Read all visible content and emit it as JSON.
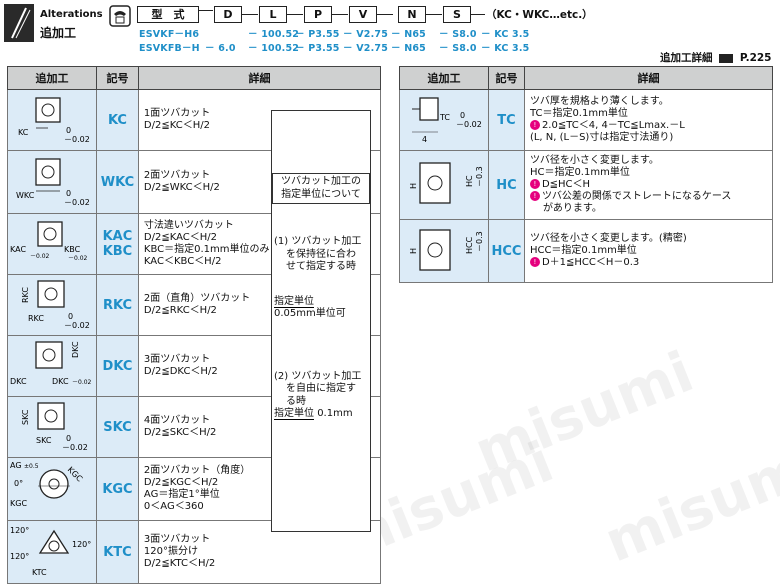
{
  "header": {
    "alterations_label": "Alterations",
    "alterations_jp": "追加工",
    "code_boxes": [
      "型　式",
      "D",
      "L",
      "P",
      "V",
      "N",
      "S"
    ],
    "code_suffix": "（KC・WKC…etc.）",
    "model_rows": [
      {
        "name": "ESVKF－H6",
        "d": "",
        "l": "－ 100.52",
        "p": "－ P3.55",
        "v": "－ V2.75",
        "n": "－ N65",
        "s": "－ S8.0",
        "kc": "－ KC 3.5"
      },
      {
        "name": "ESVKFB－H",
        "d": "－ 6.0",
        "l": "－ 100.52",
        "p": "－ P3.55",
        "v": "－ V2.75",
        "n": "－ N65",
        "s": "－ S8.0",
        "kc": "－ KC 3.5"
      }
    ],
    "detail_ref": "追加工詳細",
    "detail_page": "P.225"
  },
  "left_table": {
    "headers": [
      "追加工",
      "記号",
      "詳細"
    ],
    "rows": [
      {
        "symbol": "KC",
        "lines": [
          "1面ツバカット",
          "D/2≦KC＜H/2"
        ],
        "dims": [
          "KC"
        ]
      },
      {
        "symbol": "WKC",
        "lines": [
          "2面ツバカット",
          "D/2≦WKC＜H/2"
        ],
        "dims": [
          "WKC"
        ]
      },
      {
        "symbol": "KAC KBC",
        "lines": [
          "寸法違いツバカット",
          "D/2≦KAC＜H/2",
          "KBC＝指定0.1mm単位のみ",
          "KAC＜KBC＜H/2"
        ],
        "dims": [
          "KAC",
          "KBC"
        ]
      },
      {
        "symbol": "RKC",
        "lines": [
          "2面（直角）ツバカット",
          "D/2≦RKC＜H/2"
        ],
        "dims": [
          "RKC",
          "RKC"
        ]
      },
      {
        "symbol": "DKC",
        "lines": [
          "3面ツバカット",
          "D/2≦DKC＜H/2"
        ],
        "dims": [
          "DKC",
          "DKC",
          "DKC"
        ]
      },
      {
        "symbol": "SKC",
        "lines": [
          "4面ツバカット",
          "D/2≦SKC＜H/2"
        ],
        "dims": [
          "SKC",
          "SKC"
        ]
      },
      {
        "symbol": "KGC",
        "lines": [
          "2面ツバカット（角度）",
          "D/2≦KGC＜H/2",
          "AG＝指定1°単位",
          "0＜AG＜360"
        ],
        "dims": [
          "AG",
          "0°",
          "KGC",
          "KGC"
        ]
      },
      {
        "symbol": "KTC",
        "lines": [
          "3面ツバカット",
          "120°振分け",
          "D/2≦KTC＜H/2"
        ],
        "dims": [
          "120°",
          "120°",
          "120°",
          "KTC"
        ]
      }
    ],
    "tol_top": "0",
    "tol_bottom": "－0.02",
    "tol_ag": "±0.5"
  },
  "note": {
    "title_lines": [
      "ツバカット加工の",
      "指定単位について"
    ],
    "p1_lines": [
      "(1) ツバカット加工",
      "を保持径に合わ",
      "せて指定する時"
    ],
    "unit_label": "指定単位",
    "p1_value": "0.05mm単位可",
    "p2_lines": [
      "(2) ツバカット加工",
      "を自由に指定す",
      "る時"
    ],
    "p2_value": "0.1mm"
  },
  "right_table": {
    "headers": [
      "追加工",
      "記号",
      "詳細"
    ],
    "rows": [
      {
        "symbol": "TC",
        "lines": [
          "ツバ厚を規格より薄くします。",
          "TC＝指定0.1mm単位",
          "2.0≦TC＜4, 4－TC≦Lmax.－L",
          "(L, N, (L－S)寸は指定寸法通り)"
        ],
        "bullets": [
          2
        ],
        "dims": [
          "TC",
          "4"
        ]
      },
      {
        "symbol": "HC",
        "lines": [
          "ツバ径を小さく変更します。",
          "HC＝指定0.1mm単位",
          "D≦HC＜H",
          "ツバ公差の関係でストレートになるケース",
          "があります。"
        ],
        "bullets": [
          2,
          3
        ],
        "dims": [
          "H",
          "HC"
        ]
      },
      {
        "symbol": "HCC",
        "lines": [
          "ツバ径を小さく変更します。(精密)",
          "HCC＝指定0.1mm単位",
          "D＋1≦HCC＜H－0.3"
        ],
        "bullets": [
          2
        ],
        "dims": [
          "H",
          "HCC"
        ]
      }
    ],
    "tol_top": "0",
    "tol_bottom": "－0.3"
  },
  "watermark": "misumi",
  "colors": {
    "accent": "#1f8fc8",
    "light_blue": "#dcebf7",
    "header_gray": "#cfd0d0",
    "bullet": "#e5007e"
  }
}
